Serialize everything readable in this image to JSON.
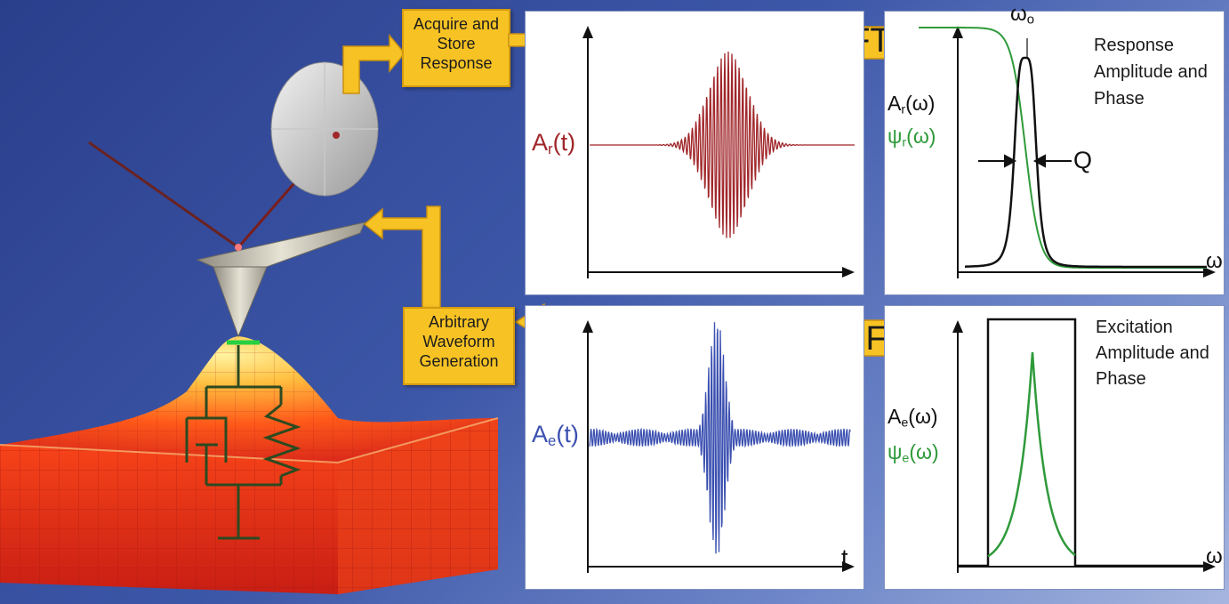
{
  "callouts": {
    "acquire": "Acquire and Store Response",
    "arbitrary": "Arbitrary Waveform Generation"
  },
  "transforms": {
    "fft": "FFT",
    "ifft": "iFFT"
  },
  "response_time": {
    "signal": "A",
    "signal_sub": "r",
    "signal_arg": "(t)",
    "color": "#a0262a"
  },
  "excitation_time": {
    "signal": "A",
    "signal_sub": "e",
    "signal_arg": "(t)",
    "x_axis": "t",
    "color": "#3a4fb0"
  },
  "response_freq": {
    "title": "Response Amplitude and Phase",
    "amp_label": "A",
    "amp_sub": "r",
    "amp_arg": "(ω)",
    "phase_label": "ψ",
    "phase_sub": "r",
    "phase_arg": "(ω)",
    "peak_label": "ω",
    "peak_sub": "o",
    "width_label": "Q",
    "x_axis": "ω",
    "amp_color": "#111111",
    "phase_color": "#2e9a3a"
  },
  "excitation_freq": {
    "title": "Excitation Amplitude and Phase",
    "amp_label": "A",
    "amp_sub": "e",
    "amp_arg": "(ω)",
    "phase_label": "ψ",
    "phase_sub": "e",
    "phase_arg": "(ω)",
    "x_axis": "ω",
    "amp_color": "#111111",
    "phase_color": "#2e9a3a"
  }
}
